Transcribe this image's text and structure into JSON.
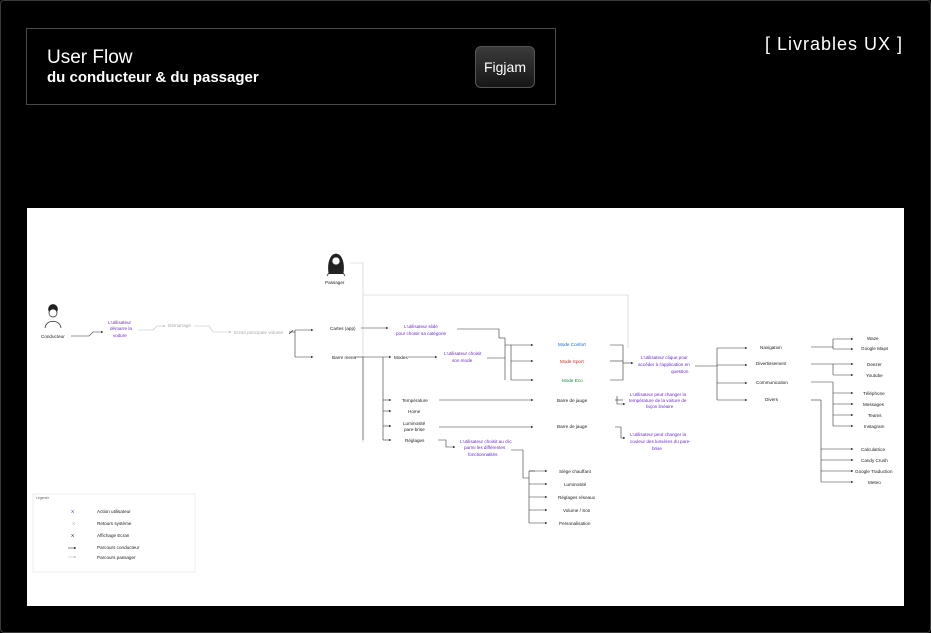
{
  "header": {
    "title": "User Flow",
    "subtitle": "du conducteur & du passager",
    "button_label": "Figjam",
    "deliverables_label": "[ Livrables UX ]"
  },
  "flow": {
    "passager": "Passager",
    "conducteur": "Conducteur",
    "driver_action": [
      "L'utilisateur",
      "démarre la",
      "voiture"
    ],
    "demarrage": "Démarrage",
    "ecran_principal": "Ecran principale volume",
    "cartes": "Cartes (app)",
    "barre_menu": "Barre menu",
    "slide_action": [
      "L'utilisateur slide",
      "pour choisir sa catégorie"
    ],
    "modes": "Modes",
    "mode_action": [
      "L'utilisateur choisit",
      "son mode"
    ],
    "mode_confort": "Mode Confort",
    "mode_sport": "Mode Sport",
    "mode_eco": "Mode Eco",
    "app_action": [
      "L'utilisateur clique pour",
      "accéder à l'application en",
      "question"
    ],
    "navigation": "Navigation",
    "divertissement": "Divertissement",
    "communication": "Communication",
    "divers": "Divers",
    "apps": [
      "Waze",
      "Google Maps",
      "Deezer",
      "Youtube",
      "Téléphone",
      "Messages",
      "Teams",
      "Instagram",
      "Calculatrice",
      "Candy Crush",
      "Google Traduction",
      "Meteo"
    ],
    "temperature": "Température",
    "home": "Home",
    "luminosite_pb": [
      "Luminosité",
      "pare-brise"
    ],
    "reglages": "Réglages",
    "barre_jauge": "Barre de jauge",
    "temp_action": [
      "L'utilisateur peut changer la",
      "température de la voiture de",
      "façon linéaire"
    ],
    "lum_action": [
      "L'utilisateur peut changer la",
      "couleur des lumières du pare-",
      "brise"
    ],
    "reglages_action": [
      "L'utilisateur choisit au clic",
      "parmi les différentes",
      "fonctionnalités"
    ],
    "settings": [
      "Siège chauffant",
      "Luminosité",
      "Réglages réseaux",
      "Volume / Son",
      "Personalisation"
    ]
  },
  "legend": {
    "title": "Légende",
    "items": [
      {
        "symbol": "X",
        "label": "Action utilisateur"
      },
      {
        "symbol": "X",
        "label": "Retours système"
      },
      {
        "symbol": "X",
        "label": "Affichage Ecran"
      },
      {
        "symbol": "",
        "label": "Parcours conducteur"
      },
      {
        "symbol": "",
        "label": "Parcours passager"
      }
    ]
  },
  "colors": {
    "background": "#000000",
    "board": "#ffffff",
    "user_action": "#6b2bd9",
    "system_return": "#a8a8a8",
    "mode_confort": "#1565d8",
    "mode_sport": "#e02020",
    "mode_eco": "#118a3a"
  }
}
